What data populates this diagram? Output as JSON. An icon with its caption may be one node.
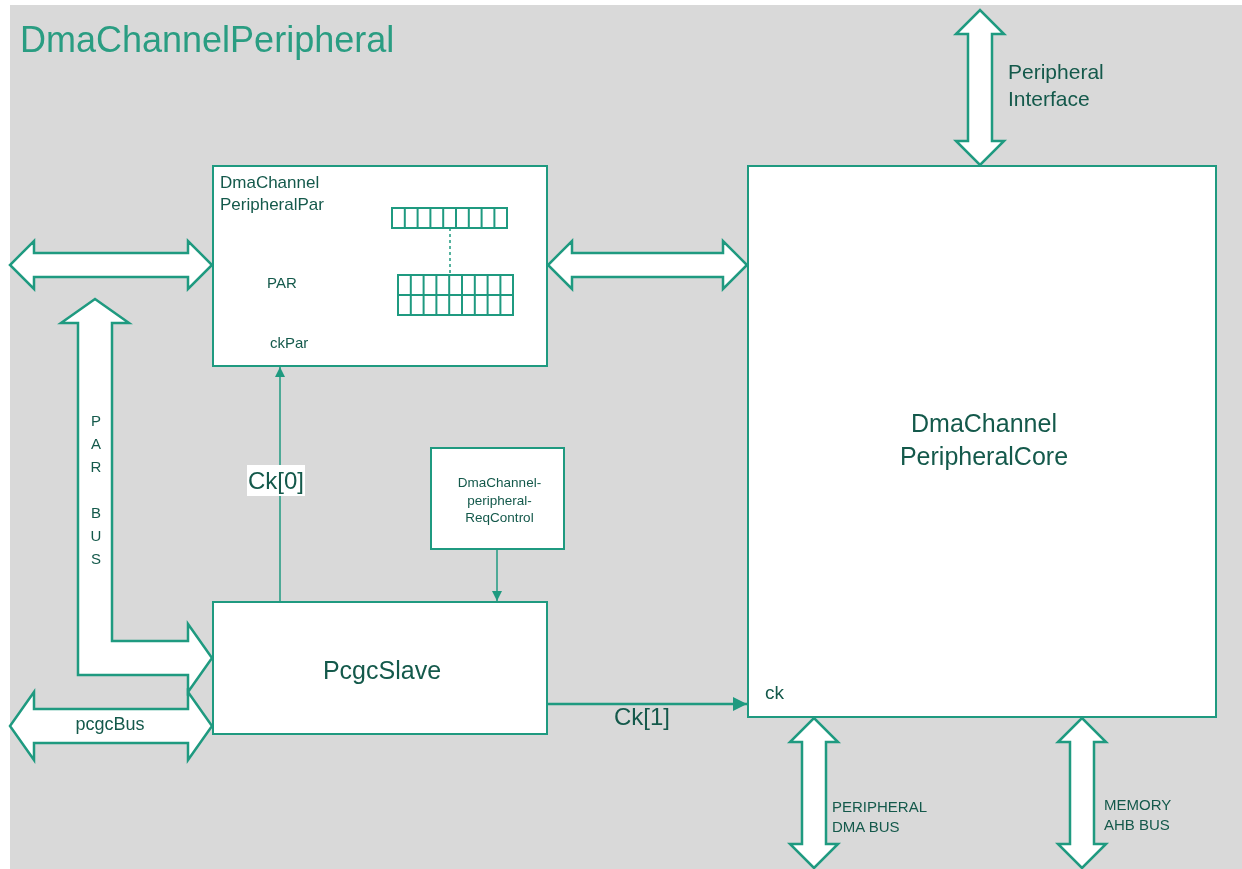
{
  "diagram": {
    "nodes": [
      {
        "text": [
          "DmaChannelPeripheral"
        ]
      },
      {
        "text": [
          "DmaChannel PeripheralPar",
          "PAR",
          "ckPar"
        ],
        "in": 0
      },
      {
        "text": [
          "DmaChannel PeripheralCore",
          "ck"
        ],
        "in": 0
      },
      {
        "text": [
          "DmaChannel- peripheral- ReqControl"
        ],
        "in": 0
      },
      {
        "text": [
          "PcgcSlave"
        ],
        "in": 0
      }
    ],
    "edges": [
      {
        "from": null,
        "to": 2,
        "arrow": "both",
        "label": "Peripheral Interface",
        "style": "thick"
      },
      {
        "from": null,
        "to": 1,
        "arrow": "both",
        "style": "thick"
      },
      {
        "from": 1,
        "to": 2,
        "arrow": "both",
        "style": "thick"
      },
      {
        "from": null,
        "to": 4,
        "arrow": "both",
        "label": "PAR BUS",
        "style": "thick"
      },
      {
        "from": null,
        "to": 4,
        "arrow": "both",
        "label": "pcgcBus",
        "style": "thick"
      },
      {
        "from": 4,
        "to": 1,
        "arrow": "to",
        "label": "Ck[0]"
      },
      {
        "from": 3,
        "to": 4,
        "arrow": "to"
      },
      {
        "from": 4,
        "to": 2,
        "arrow": "to",
        "label": "Ck[1]"
      },
      {
        "from": 2,
        "to": null,
        "arrow": "both",
        "label": "PERIPHERAL DMA BUS",
        "style": "thick"
      },
      {
        "from": 2,
        "to": null,
        "arrow": "both",
        "label": "MEMORY AHB BUS",
        "style": "thick"
      }
    ]
  }
}
